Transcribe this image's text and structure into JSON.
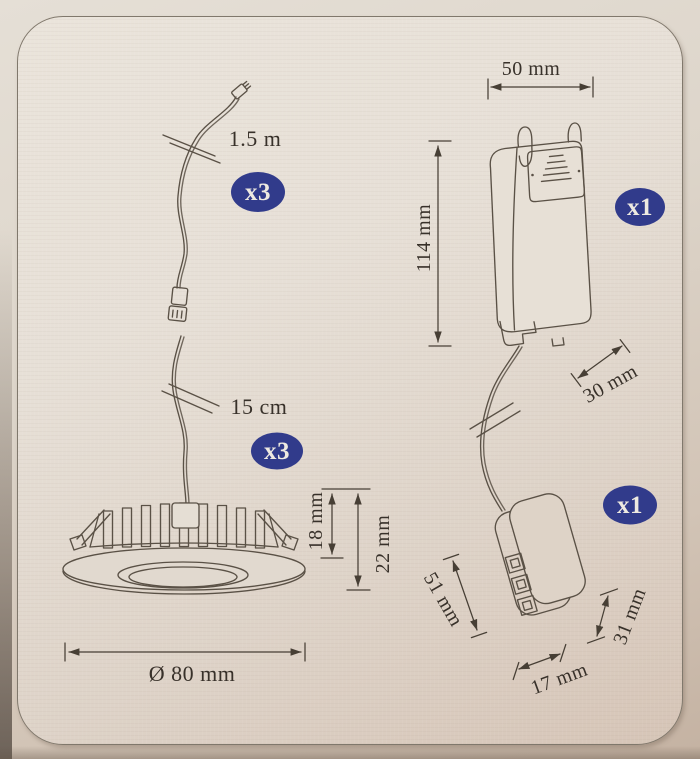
{
  "labels": {
    "cable_length": "1.5 m",
    "lamp_tail_length": "15 cm",
    "lamp_recess_height": "18 mm",
    "lamp_total_height": "22 mm",
    "lamp_diameter": "Ø 80 mm",
    "driver_width": "50 mm",
    "driver_height": "114 mm",
    "driver_depth": "30 mm",
    "connector_length": "51 mm",
    "connector_width": "17 mm",
    "connector_height": "31 mm"
  },
  "quantities": {
    "cable": "x3",
    "lamp": "x3",
    "driver": "x1",
    "connector": "x1"
  },
  "colors": {
    "badge": "#313b8b",
    "badge_text": "#eeeae1",
    "line_art": "#5a5146",
    "dimension_text": "#38312a",
    "card_background": "#e6dfd6",
    "photo_background": "#d4c7ba"
  }
}
